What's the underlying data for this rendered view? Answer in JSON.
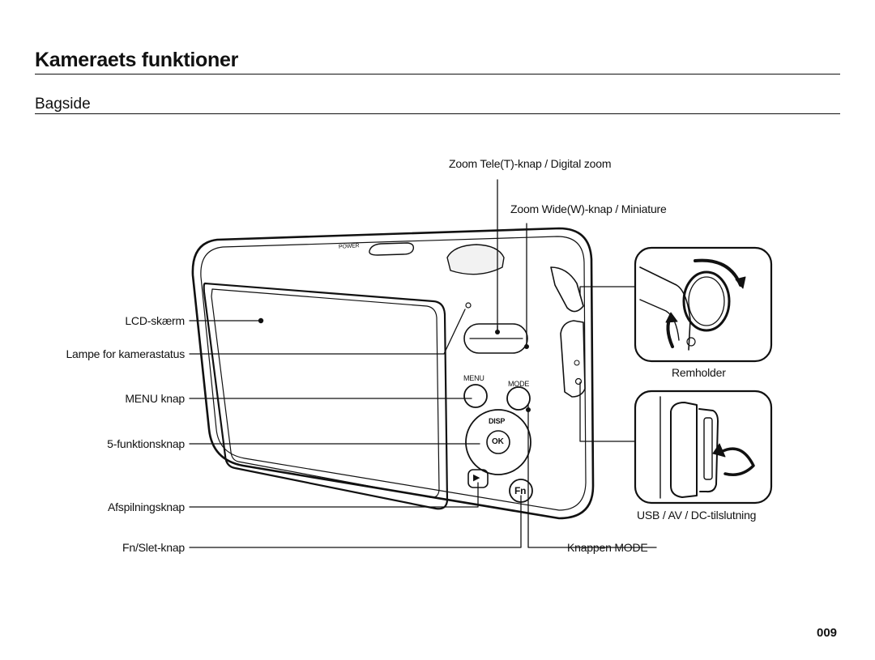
{
  "page": {
    "title": "Kameraets funktioner",
    "subtitle": "Bagside",
    "page_number": "009"
  },
  "labels": {
    "zoom_tele": "Zoom Tele(T)-knap / Digital zoom",
    "zoom_wide": "Zoom Wide(W)-knap / Miniature",
    "lcd": "LCD-skærm",
    "status_lamp": "Lampe for kamerastatus",
    "menu_button": "MENU knap",
    "five_function": "5-funktionsknap",
    "playback": "Afspilningsknap",
    "fn_delete": "Fn/Slet-knap",
    "mode_button": "Knappen MODE",
    "strap": "Remholder",
    "usb": "USB / AV / DC-tilslutning"
  },
  "camera_markings": {
    "power": "POWER",
    "menu": "MENU",
    "mode": "MODE",
    "disp": "DISP",
    "ok": "OK",
    "fn": "Fn"
  }
}
